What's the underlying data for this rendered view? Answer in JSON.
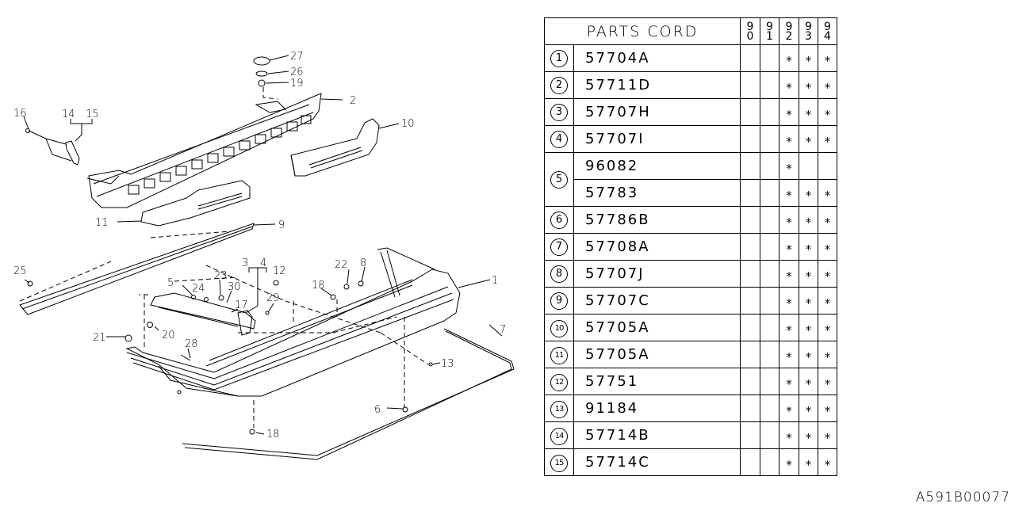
{
  "diagram": {
    "callouts": {
      "c1": "1",
      "c2": "2",
      "c3": "3",
      "c4": "4",
      "c5": "5",
      "c6": "6",
      "c7": "7",
      "c8": "8",
      "c9": "9",
      "c10": "10",
      "c11": "11",
      "c12": "12",
      "c13": "13",
      "c14": "14",
      "c15": "15",
      "c16": "16",
      "c17": "17",
      "c18a": "18",
      "c18b": "18",
      "c19": "19",
      "c20": "20",
      "c21": "21",
      "c22": "22",
      "c23": "23",
      "c24": "24",
      "c25": "25",
      "c26": "26",
      "c27": "27",
      "c28": "28",
      "c29": "29",
      "c30": "30"
    }
  },
  "table": {
    "header": "PARTS CORD",
    "years": [
      {
        "d1": "9",
        "d2": "0"
      },
      {
        "d1": "9",
        "d2": "1"
      },
      {
        "d1": "9",
        "d2": "2"
      },
      {
        "d1": "9",
        "d2": "3"
      },
      {
        "d1": "9",
        "d2": "4"
      }
    ],
    "mark": "∗",
    "rows": [
      {
        "idx": "1",
        "part": "57704A",
        "m": [
          "",
          "",
          "∗",
          "∗",
          "∗"
        ]
      },
      {
        "idx": "2",
        "part": "57711D",
        "m": [
          "",
          "",
          "∗",
          "∗",
          "∗"
        ]
      },
      {
        "idx": "3",
        "part": "57707H",
        "m": [
          "",
          "",
          "∗",
          "∗",
          "∗"
        ]
      },
      {
        "idx": "4",
        "part": "57707I",
        "m": [
          "",
          "",
          "∗",
          "∗",
          "∗"
        ]
      },
      {
        "idx": "5",
        "part": "96082",
        "m": [
          "",
          "",
          "∗",
          "",
          ""
        ]
      },
      {
        "idx": "5",
        "part": "57783",
        "m": [
          "",
          "",
          "∗",
          "∗",
          "∗"
        ]
      },
      {
        "idx": "6",
        "part": "57786B",
        "m": [
          "",
          "",
          "∗",
          "∗",
          "∗"
        ]
      },
      {
        "idx": "7",
        "part": "57708A",
        "m": [
          "",
          "",
          "∗",
          "∗",
          "∗"
        ]
      },
      {
        "idx": "8",
        "part": "57707J",
        "m": [
          "",
          "",
          "∗",
          "∗",
          "∗"
        ]
      },
      {
        "idx": "9",
        "part": "57707C",
        "m": [
          "",
          "",
          "∗",
          "∗",
          "∗"
        ]
      },
      {
        "idx": "10",
        "part": "57705A",
        "m": [
          "",
          "",
          "∗",
          "∗",
          "∗"
        ]
      },
      {
        "idx": "11",
        "part": "57705A",
        "m": [
          "",
          "",
          "∗",
          "∗",
          "∗"
        ]
      },
      {
        "idx": "12",
        "part": "57751",
        "m": [
          "",
          "",
          "∗",
          "∗",
          "∗"
        ]
      },
      {
        "idx": "13",
        "part": "91184",
        "m": [
          "",
          "",
          "∗",
          "∗",
          "∗"
        ]
      },
      {
        "idx": "14",
        "part": "57714B",
        "m": [
          "",
          "",
          "∗",
          "∗",
          "∗"
        ]
      },
      {
        "idx": "15",
        "part": "57714C",
        "m": [
          "",
          "",
          "∗",
          "∗",
          "∗"
        ]
      }
    ]
  },
  "reference_code": "A591B00077"
}
